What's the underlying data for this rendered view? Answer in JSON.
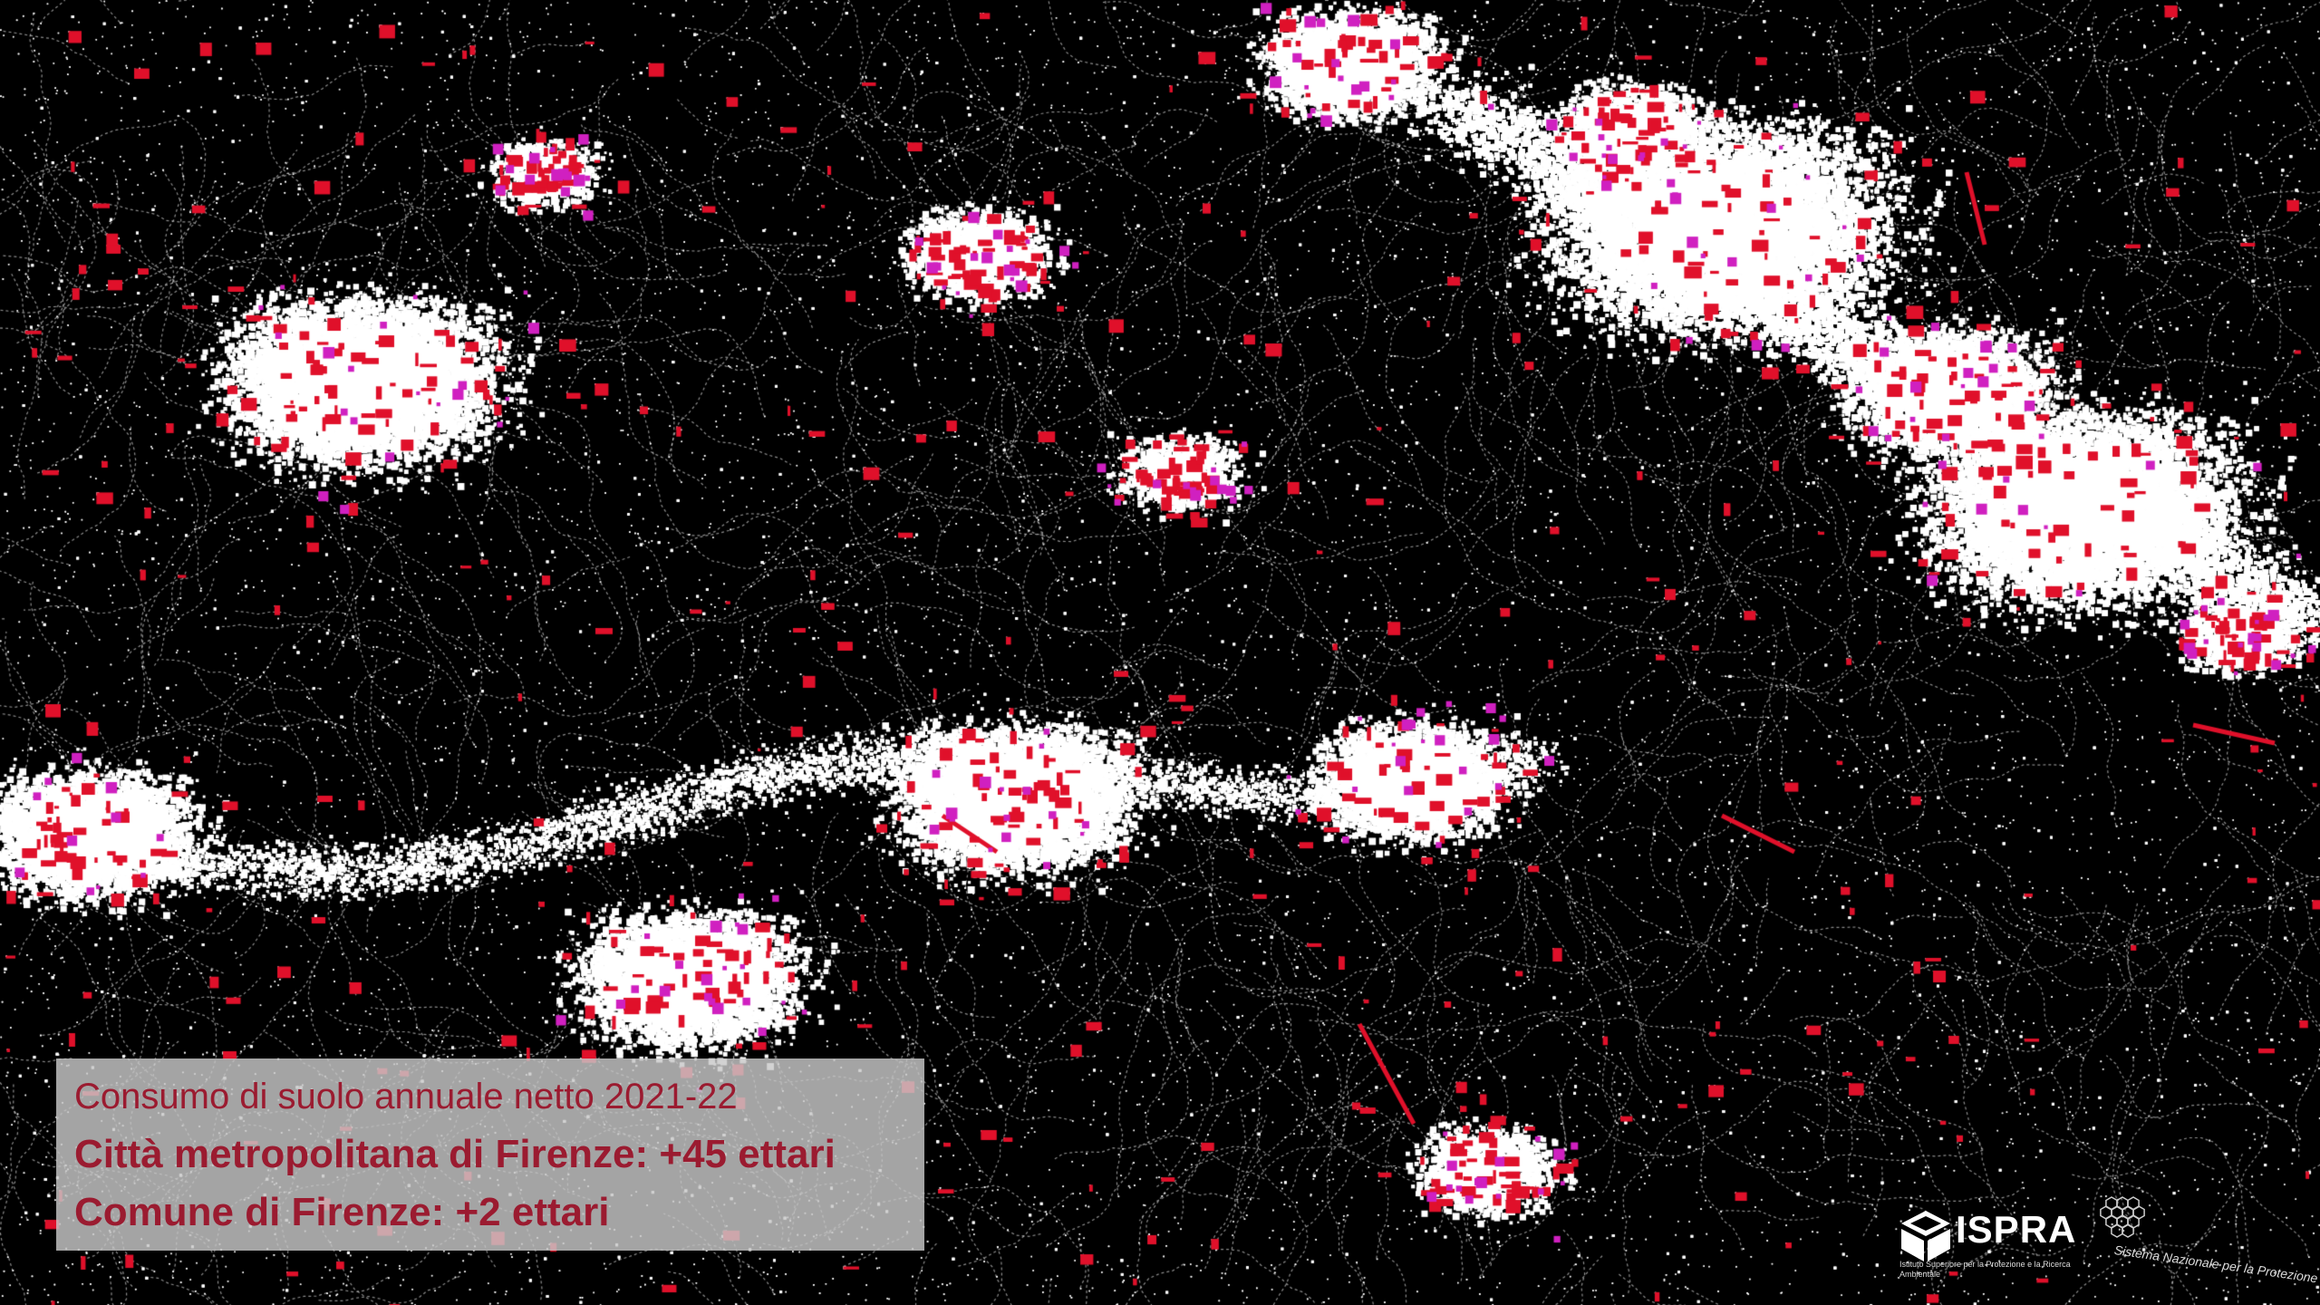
{
  "map": {
    "colors": {
      "background": "#000000",
      "consumed_soil": "#ffffff",
      "new_consumption": "#e0102a",
      "other_change": "#d020c0"
    }
  },
  "legend": {
    "title": "Consumo di suolo annuale netto 2021-22",
    "city": "Città metropolitana di Firenze: +45 ettari",
    "comune": "Comune di Firenze: +2 ettari",
    "colors": {
      "text": "#9b1b30",
      "box": "#c8c8c8"
    }
  },
  "logos": {
    "ispra": {
      "name": "ISPRA",
      "subtitle": "Istituto Superiore per la Protezione e la Ricerca Ambientale",
      "icon": "ispra-logo-icon"
    },
    "snpa": {
      "text": "Sistema Nazionale per la Protezione dell'Ambiente",
      "icon": "snpa-hexagon-icon"
    }
  }
}
